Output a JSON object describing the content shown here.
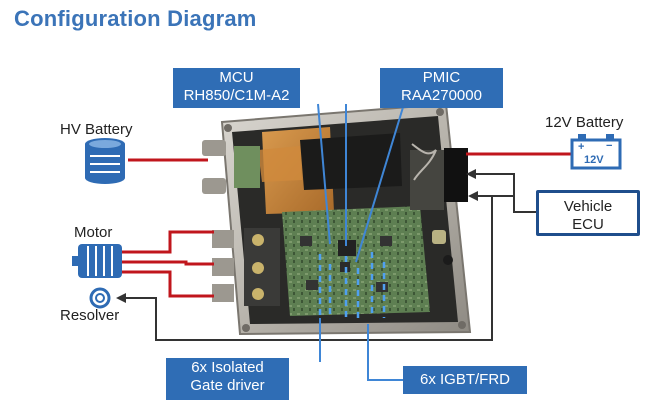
{
  "title": "Configuration Diagram",
  "labels": {
    "hv_battery": "HV Battery",
    "motor": "Motor",
    "resolver": "Resolver",
    "battery_12v": "12V Battery",
    "battery_12v_icon_text": "12V"
  },
  "callouts": {
    "mcu": [
      "MCU",
      "RH850/C1M-A2"
    ],
    "pmic": [
      "PMIC",
      "RAA270000"
    ],
    "gate_driver": [
      "6x Isolated",
      "Gate driver"
    ],
    "igbt": [
      "6x IGBT/FRD"
    ],
    "vehicle_ecu": [
      "Vehicle",
      "ECU"
    ]
  },
  "colors": {
    "title": "#3b74b8",
    "callout_fill": "#2f6db5",
    "ecu_border": "#1f4e8c",
    "power_line": "#c0161c",
    "signal_line": "#333333",
    "dashed_line": "#4a90d9"
  }
}
